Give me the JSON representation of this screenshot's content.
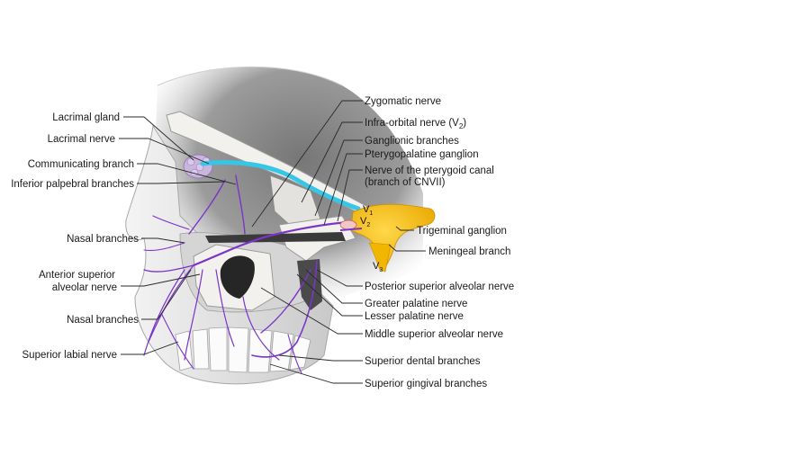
{
  "colors": {
    "nerve": "#7b35c9",
    "zygomatic_nerve_cyan": "#38c6e6",
    "trigeminal_ganglion": "#f4c21a",
    "lacrimal_gland": "#c9b6dc",
    "bone": "#f2f1ee",
    "skull_shadow": "#6e6e6e"
  },
  "labels_left": {
    "lacrimal_gland": "Lacrimal gland",
    "lacrimal_nerve": "Lacrimal nerve",
    "communicating_branch": "Communicating branch",
    "inferior_palpebral": "Inferior palpebral branches",
    "nasal_branches_1": "Nasal branches",
    "anterior_superior_1": "Anterior superior",
    "anterior_superior_2": "alveolar nerve",
    "nasal_branches_2": "Nasal branches",
    "superior_labial": "Superior labial nerve"
  },
  "labels_right": {
    "zygomatic_nerve": "Zygomatic nerve",
    "infraorbital_prefix": "Infra-orbital nerve (V",
    "infraorbital_sub": "2",
    "infraorbital_suffix": ")",
    "ganglionic_branches": "Ganglionic branches",
    "pterygopalatine_ganglion": "Pterygopalatine ganglion",
    "pterygoid_canal_1": "Nerve of the pterygoid canal",
    "pterygoid_canal_2": "(branch of CNVII)",
    "trigeminal_ganglion": "Trigeminal ganglion",
    "meningeal_branch": "Meningeal branch",
    "posterior_superior_alveolar": "Posterior superior alveolar nerve",
    "greater_palatine": "Greater palatine nerve",
    "lesser_palatine": "Lesser palatine nerve",
    "middle_superior_alveolar": "Middle superior alveolar nerve",
    "superior_dental": "Superior dental branches",
    "superior_gingival": "Superior gingival branches"
  },
  "division_labels": {
    "v": "V",
    "v1_sub": "1",
    "v2_sub": "2",
    "v3_sub": "3"
  }
}
